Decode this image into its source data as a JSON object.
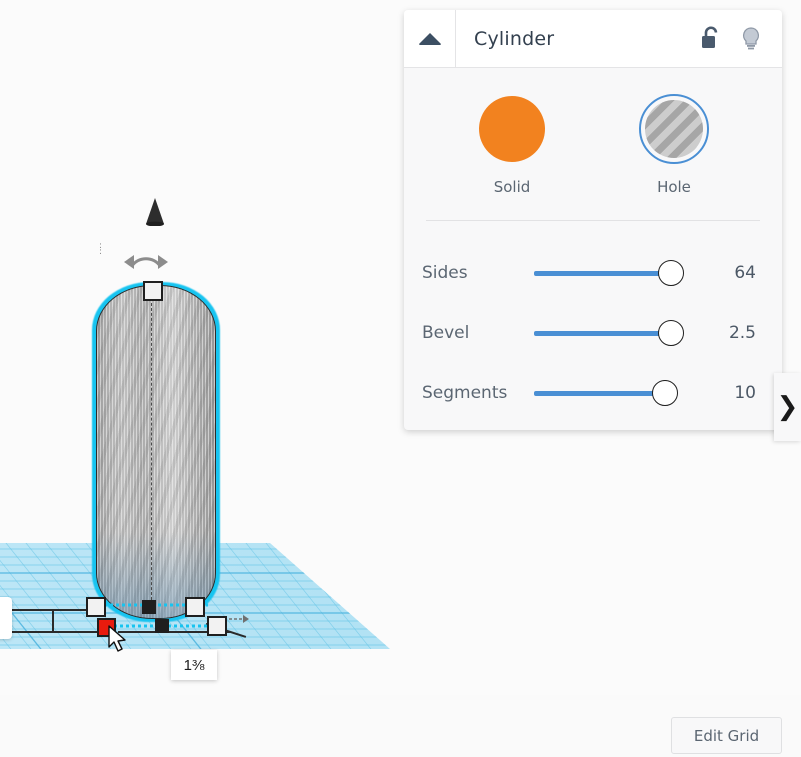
{
  "panel": {
    "title": "Cylinder",
    "collapse_icon": "triangle-up-icon",
    "lock_icon": "unlock-icon",
    "visibility_icon": "lightbulb-icon",
    "modes": [
      {
        "id": "solid",
        "label": "Solid",
        "selected": false,
        "color": "#f2821f"
      },
      {
        "id": "hole",
        "label": "Hole",
        "selected": true,
        "color": "#b3b3b3"
      }
    ],
    "sliders": [
      {
        "label": "Sides",
        "value": "64",
        "fill_percent": 92
      },
      {
        "label": "Bevel",
        "value": "2.5",
        "fill_percent": 92
      },
      {
        "label": "Segments",
        "value": "10",
        "fill_percent": 92
      }
    ],
    "accent_color": "#4a8fd4"
  },
  "side_tab": {
    "icon": "chevron-right-icon",
    "label": "❯"
  },
  "viewport": {
    "dimension_label": "1⅜",
    "workplane_color": "#9fdcf4",
    "selection_color": "#17c4f0",
    "handles": {
      "top_scale": "scale-handle-top",
      "corner_scale": "scale-handle-corner",
      "active_handle": "scale-handle-active"
    },
    "gizmos": {
      "extrude": "cone-arrow-icon",
      "rotate": "rotate-arc-icon"
    },
    "cursor": "mouse-cursor"
  },
  "bottom_bar": {
    "edit_grid_label": "Edit Grid"
  }
}
